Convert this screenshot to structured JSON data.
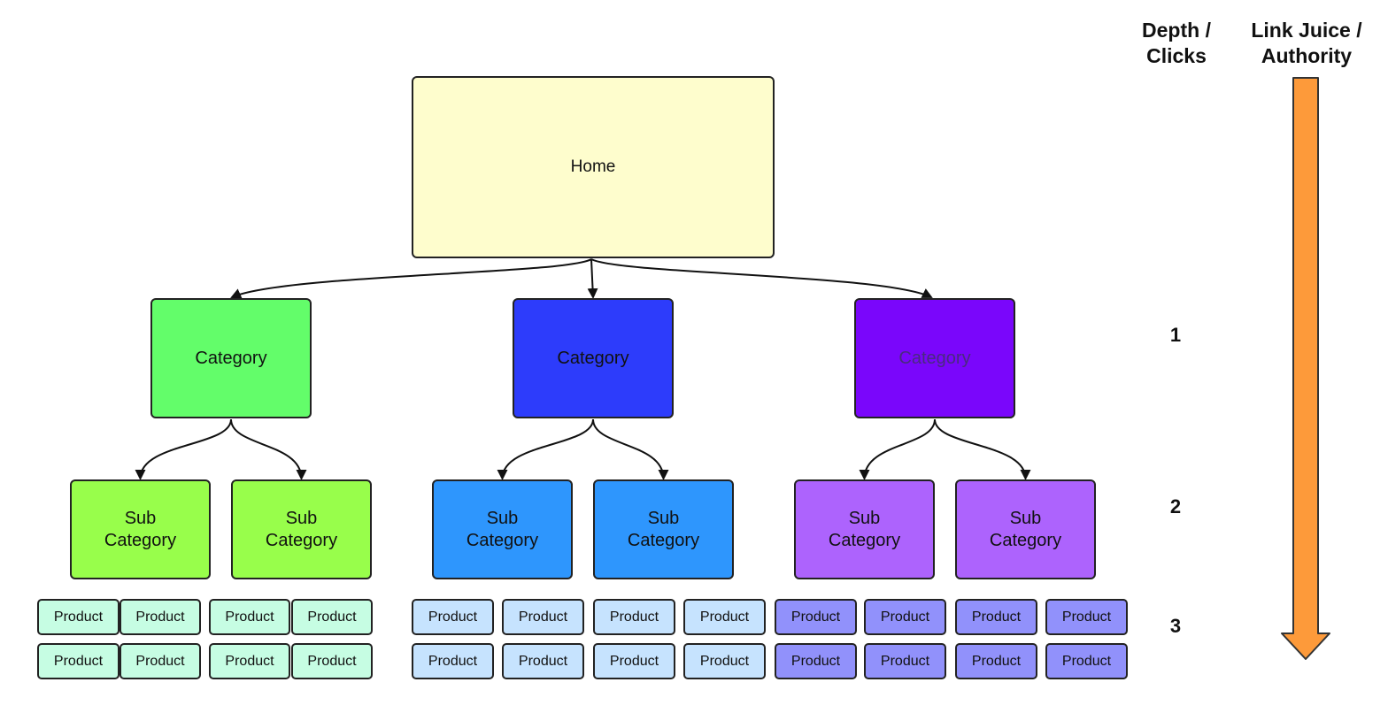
{
  "home": {
    "label": "Home"
  },
  "categories": [
    {
      "label": "Category",
      "color": "#63fd6a",
      "text_color": "#111111",
      "subcategories": [
        {
          "label_line1": "Sub",
          "label_line2": "Category",
          "color": "#98fe4b"
        },
        {
          "label_line1": "Sub",
          "label_line2": "Category",
          "color": "#98fe4b"
        }
      ],
      "product_color": "#c6fde3",
      "products": [
        "Product",
        "Product",
        "Product",
        "Product",
        "Product",
        "Product",
        "Product",
        "Product"
      ]
    },
    {
      "label": "Category",
      "color": "#2d3cfb",
      "text_color": "#111111",
      "subcategories": [
        {
          "label_line1": "Sub",
          "label_line2": "Category",
          "color": "#2e96fd"
        },
        {
          "label_line1": "Sub",
          "label_line2": "Category",
          "color": "#2e96fd"
        }
      ],
      "product_color": "#c6e3fe",
      "products": [
        "Product",
        "Product",
        "Product",
        "Product",
        "Product",
        "Product",
        "Product",
        "Product"
      ]
    },
    {
      "label": "Category",
      "color": "#7a06fb",
      "text_color": "#4a2a80",
      "subcategories": [
        {
          "label_line1": "Sub",
          "label_line2": "Category",
          "color": "#ad63fd"
        },
        {
          "label_line1": "Sub",
          "label_line2": "Category",
          "color": "#ad63fd"
        }
      ],
      "product_color": "#9191fb",
      "products": [
        "Product",
        "Product",
        "Product",
        "Product",
        "Product",
        "Product",
        "Product",
        "Product"
      ]
    }
  ],
  "home_color": "#fefdcd",
  "depth": {
    "header_line1": "Depth /",
    "header_line2": "Clicks",
    "levels": [
      "1",
      "2",
      "3"
    ]
  },
  "link_juice": {
    "header_line1": "Link Juice /",
    "header_line2": "Authority",
    "arrow_color": "#fd9a3a"
  }
}
